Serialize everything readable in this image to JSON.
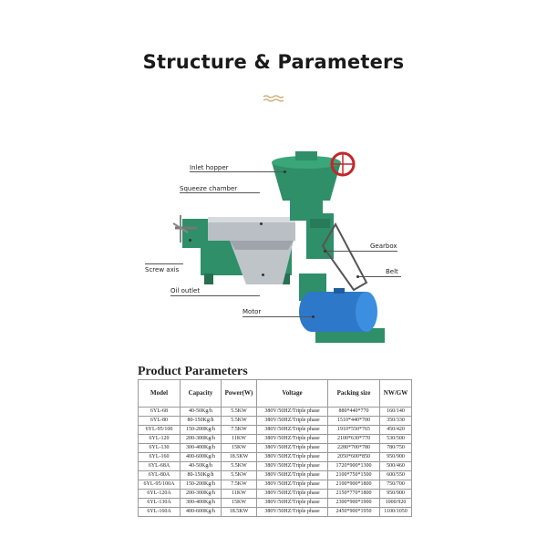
{
  "header": {
    "title": "Structure & Parameters"
  },
  "diagram": {
    "labels": {
      "inlet_hopper": "Inlet hopper",
      "squeeze_chamber": "Squeeze chamber",
      "screw_axis": "Screw axis",
      "oil_outlet": "Oil outlet",
      "motor": "Motor",
      "gearbox": "Gearbox",
      "belt": "Belt"
    },
    "colors": {
      "machine_green": "#2f8f68",
      "steel": "#b9bfc5",
      "motor_blue": "#2d78c8",
      "wheel_red": "#c3272b"
    }
  },
  "params": {
    "title": "Product Parameters",
    "columns": [
      "Model",
      "Capacity",
      "Power(W)",
      "Voltage",
      "Packing size",
      "NW/GW"
    ],
    "rows": [
      [
        "6YL-68",
        "40-50Kg/h",
        "5.5KW",
        "380V/50HZ/Triple phase",
        "880*440*770",
        "160/140"
      ],
      [
        "6YL-80",
        "80-150Kg/h",
        "5.5KW",
        "380V/50HZ/Triple phase",
        "1510*440*700",
        "350/330"
      ],
      [
        "6YL-95/100",
        "150-200Kg/h",
        "7.5KW",
        "380V/50HZ/Triple phase",
        "1910*550*765",
        "450/420"
      ],
      [
        "6YL-120",
        "200-300Kg/h",
        "11KW",
        "380V/50HZ/Triple phase",
        "2100*630*770",
        "530/500"
      ],
      [
        "6YL-130",
        "300-400Kg/h",
        "15KW",
        "380V/50HZ/Triple phase",
        "2280*700*780",
        "780/750"
      ],
      [
        "6YL-160",
        "400-600Kg/h",
        "18.5KW",
        "380V/50HZ/Triple phase",
        "2050*600*850",
        "950/900"
      ],
      [
        "6YL-68A",
        "40-50Kg/h",
        "5.5KW",
        "380V/50HZ/Triple phase",
        "1720*900*1300",
        "500/460"
      ],
      [
        "6YL-80A",
        "80-150Kg/h",
        "5.5KW",
        "380V/50HZ/Triple phase",
        "2100*750*1500",
        "600/550"
      ],
      [
        "6YL-95/100A",
        "150-200Kg/h",
        "7.5KW",
        "380V/50HZ/Triple phase",
        "2100*900*1800",
        "750/700"
      ],
      [
        "6YL-120A",
        "200-300Kg/h",
        "11KW",
        "380V/50HZ/Triple phase",
        "2150*770*1800",
        "950/900"
      ],
      [
        "6YL-130A",
        "300-400Kg/h",
        "15KW",
        "380V/50HZ/Triple phase",
        "2300*900*1900",
        "1000/920"
      ],
      [
        "6YL-160A",
        "400-600Kg/h",
        "18.5KW",
        "380V/50HZ/Triple phase",
        "2450*900*1950",
        "1100/1050"
      ]
    ]
  }
}
